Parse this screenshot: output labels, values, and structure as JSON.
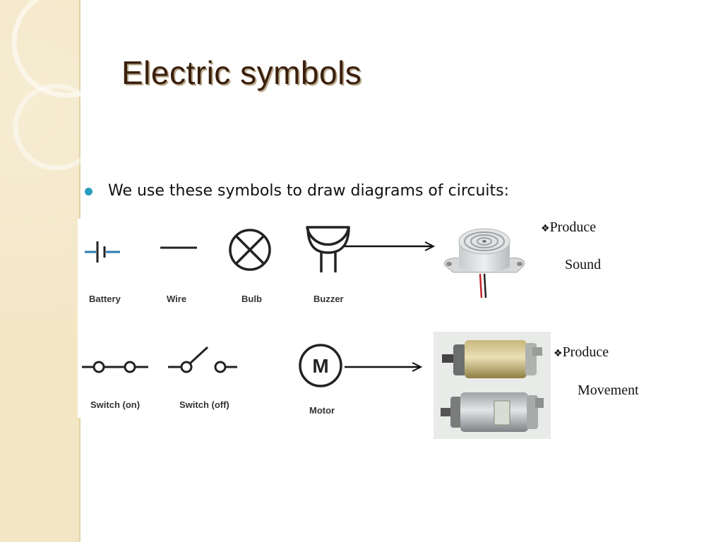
{
  "slide": {
    "title": "Electric symbols",
    "bullet": "We use these symbols to draw diagrams of circuits:"
  },
  "symbols": {
    "battery": "Battery",
    "wire": "Wire",
    "bulb": "Bulb",
    "buzzer": "Buzzer",
    "switch_on": "Switch (on)",
    "switch_off": "Switch (off)",
    "motor": "Motor",
    "motor_glyph": "M"
  },
  "notes": {
    "buzzer_line1": "Produce",
    "buzzer_line2": "Sound",
    "motor_line1": "Produce",
    "motor_line2": "Movement",
    "bullet_mark": "❖"
  },
  "colors": {
    "side_band": "#f3e6c4",
    "title_text": "#3a1f0d",
    "bullet_dot": "#2a9cc0"
  }
}
